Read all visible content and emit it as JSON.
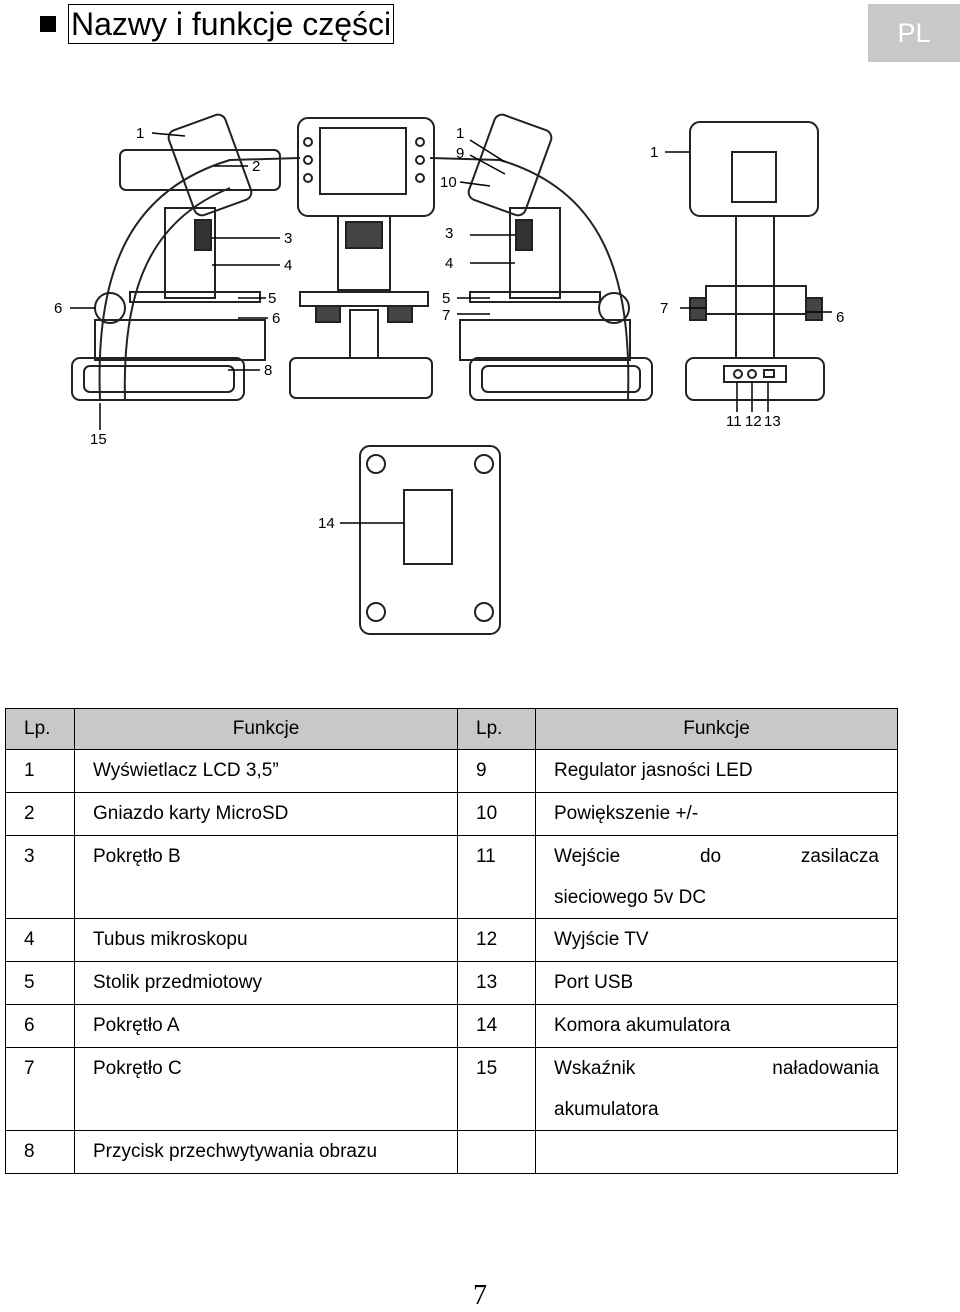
{
  "header": {
    "title": "Nazwy i funkcje części",
    "language": "PL"
  },
  "figure": {
    "callouts": [
      "1",
      "2",
      "3",
      "4",
      "5",
      "6",
      "7",
      "8",
      "9",
      "10",
      "11",
      "12",
      "13",
      "14",
      "15"
    ]
  },
  "table": {
    "headers": [
      "Lp.",
      "Funkcje",
      "Lp.",
      "Funkcje"
    ],
    "rows": [
      {
        "no1": "1",
        "fn1": "Wyświetlacz LCD 3,5”",
        "no2": "9",
        "fn2": "Regulator jasności LED"
      },
      {
        "no1": "2",
        "fn1": "Gniazdo karty MicroSD",
        "no2": "10",
        "fn2": "Powiększenie +/-"
      },
      {
        "no1": "3",
        "fn1": "Pokrętło B",
        "no2": "11",
        "fn2a": "Wejście",
        "fn2b": "do",
        "fn2c": "zasilacza",
        "fn2d": "sieciowego 5v DC"
      },
      {
        "no1": "4",
        "fn1": "Tubus mikroskopu",
        "no2": "12",
        "fn2": "Wyjście TV"
      },
      {
        "no1": "5",
        "fn1": "Stolik przedmiotowy",
        "no2": "13",
        "fn2": "Port USB"
      },
      {
        "no1": "6",
        "fn1": "Pokrętło A",
        "no2": "14",
        "fn2": "Komora akumulatora"
      },
      {
        "no1": "7",
        "fn1": "Pokrętło C",
        "no2": "15",
        "fn2a": "Wskaźnik",
        "fn2b": "naładowania",
        "fn2c": "akumulatora"
      },
      {
        "no1": "8",
        "fn1": "Przycisk przechwytywania obrazu",
        "no2": "",
        "fn2": ""
      }
    ]
  },
  "page_number": "7"
}
